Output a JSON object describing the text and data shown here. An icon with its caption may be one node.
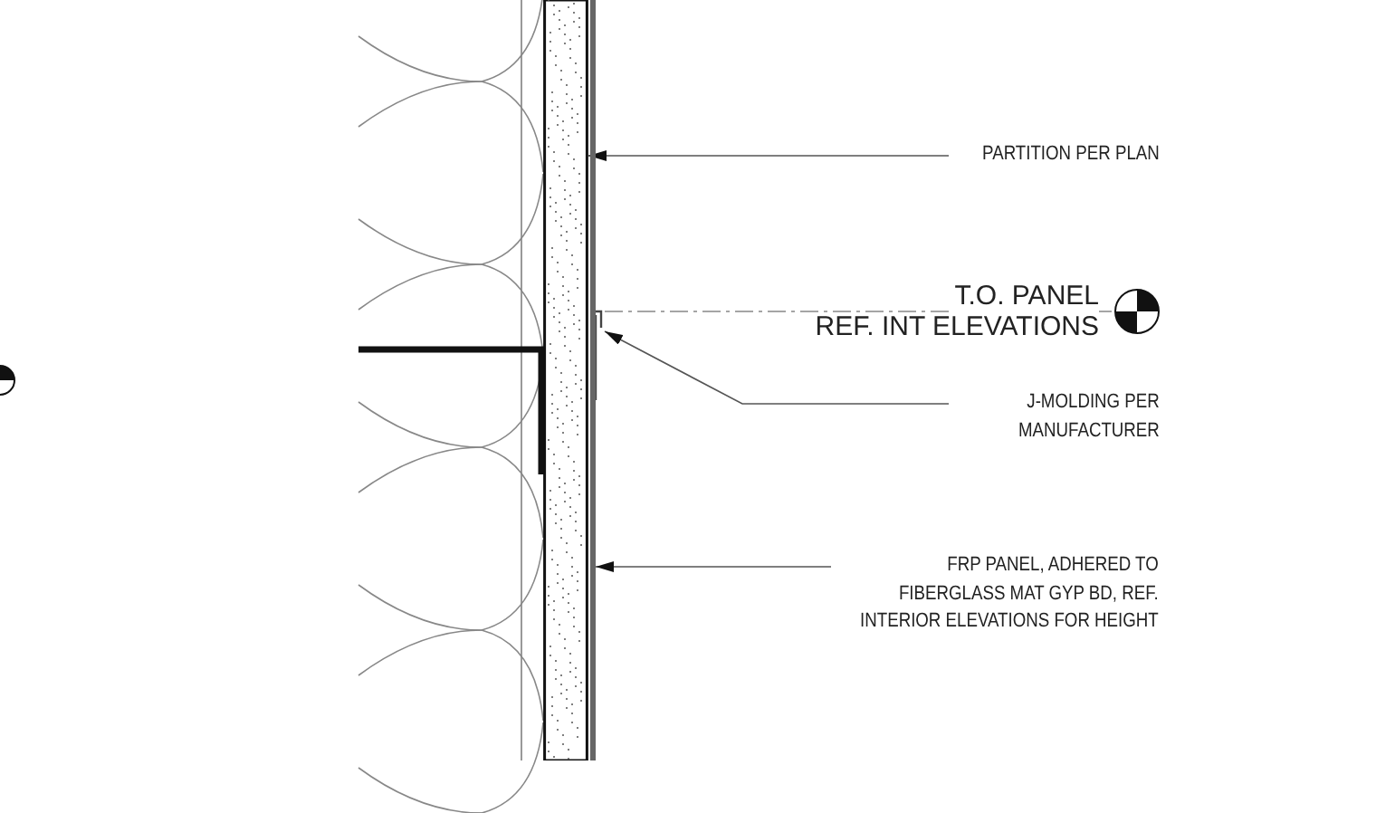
{
  "diagram": {
    "nodes": [
      {
        "text": [
          "PARTITION PER PLAN"
        ]
      },
      {
        "text": [
          "J-MOLDING PER MANUFACTURER"
        ]
      },
      {
        "text": [
          "FRP PANEL, ADHERED TO FIBERGLASS MAT GYP BD, REF. INTERIOR ELEVATIONS FOR HEIGHT"
        ]
      },
      {
        "text": [],
        "shape": "bar"
      },
      {
        "text": [],
        "shape": "picture"
      },
      {
        "text": [],
        "shape": "bar"
      }
    ],
    "edges": [
      {
        "from": 0,
        "to": 3,
        "arrow": "to"
      },
      {
        "from": 1,
        "to": 4,
        "arrow": "to"
      },
      {
        "from": 2,
        "to": 5,
        "arrow": "to"
      }
    ],
    "labels": [
      "T.O. PANEL",
      "REF. INT ELEVATIONS"
    ]
  }
}
